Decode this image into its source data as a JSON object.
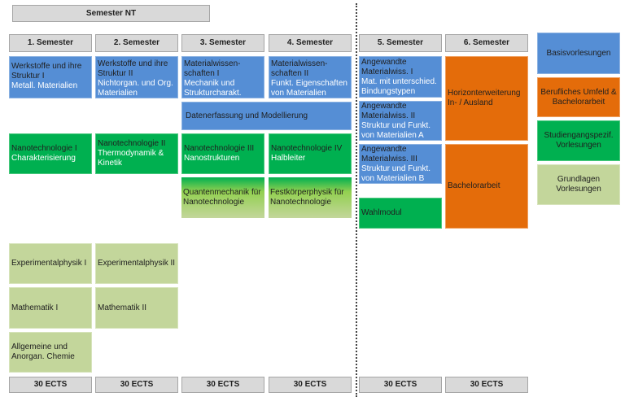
{
  "title": "Semester NT",
  "semesters": [
    "1. Semester",
    "2. Semester",
    "3. Semester",
    "4. Semester",
    "5. Semester",
    "6. Semester"
  ],
  "ects": [
    "30 ECTS",
    "30 ECTS",
    "30 ECTS",
    "30 ECTS",
    "30 ECTS",
    "30 ECTS"
  ],
  "modules": {
    "ws1": {
      "title": "Werkstoffe und ihre Struktur I",
      "sub": "Metall. Materialien"
    },
    "ws2": {
      "title": "Werkstoffe und ihre Struktur II",
      "sub": "Nichtorgan. und Org. Materialien"
    },
    "mw1": {
      "title": "Materialwissen-schaften I",
      "sub": "Mechanik und Strukturcharakt."
    },
    "mw2": {
      "title": "Materialwissen-schaften II",
      "sub": "Funkt. Eigenschaften von Materialien"
    },
    "daten": {
      "title": "Datenerfassung und Modellierung"
    },
    "nt1": {
      "title": "Nanotechnologie I",
      "sub": "Charakterisierung"
    },
    "nt2": {
      "title": "Nanotechnologie II",
      "sub": "Thermodynamik & Kinetik"
    },
    "nt3": {
      "title": "Nanotechnologie III",
      "sub": "Nanostrukturen"
    },
    "nt4": {
      "title": "Nanotechnologie IV",
      "sub": "Halbleiter"
    },
    "qm": {
      "title": "Quantenmechanik für Nanotechnologie"
    },
    "fk": {
      "title": "Festkörperphysik für Nanotechnologie"
    },
    "ep1": {
      "title": "Experimentalphysik I"
    },
    "ep2": {
      "title": "Experimentalphysik II"
    },
    "ma1": {
      "title": "Mathematik I"
    },
    "ma2": {
      "title": "Mathematik II"
    },
    "chem": {
      "title": "Allgemeine und Anorgan. Chemie"
    },
    "am1": {
      "title": "Angewandte Materialwiss. I",
      "sub": "Mat. mit unterschied. Bindungstypen"
    },
    "am2": {
      "title": "Angewandte Materialwiss. II",
      "sub": "Struktur und Funkt. von Materialien A"
    },
    "am3": {
      "title": "Angewandte Materialwiss. III",
      "sub": "Struktur und Funkt. von Materialien B"
    },
    "wahl": {
      "title": "Wahlmodul"
    },
    "horiz": {
      "title": "Horizonterweiterung In- / Ausland"
    },
    "ba": {
      "title": "Bachelorarbeit"
    }
  },
  "legend": [
    {
      "label": "Basisvorlesungen",
      "color": "#558ed5"
    },
    {
      "label": "Berufliches Umfeld & Bachelorarbeit",
      "color": "#e46c0a"
    },
    {
      "label": "Studiengangspezif. Vorlesungen",
      "color": "#00b050"
    },
    {
      "label": "Grundlagen Vorlesungen",
      "color": "#c3d69b"
    }
  ]
}
